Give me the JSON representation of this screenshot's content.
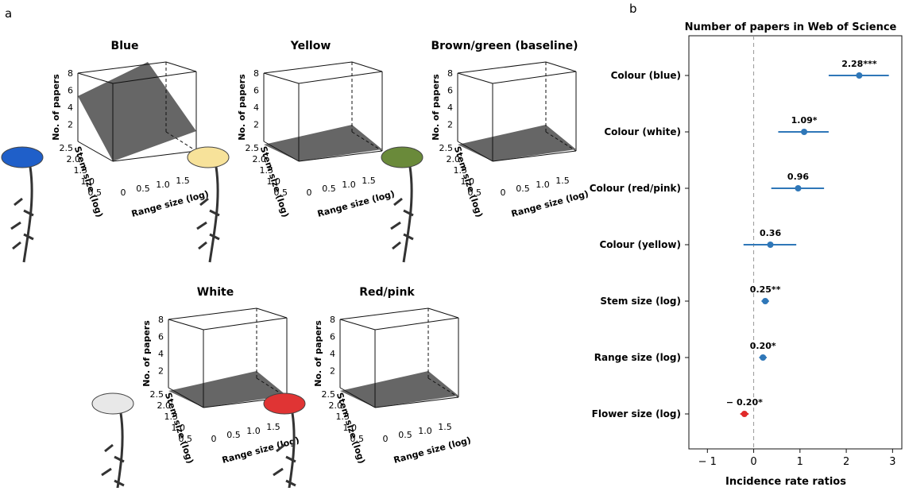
{
  "panel_a_letter": "a",
  "panel_b_letter": "b",
  "colors": {
    "blue_flower": "#1f5fc9",
    "yellow_flower": "#f7e29a",
    "white_flower": "#e8e8e8",
    "red_flower": "#e03434",
    "brown_green_flower": "#6a8a3a",
    "surface": "#666666",
    "forest_blue": "#2f77b8",
    "forest_red": "#e02a2a"
  },
  "chart_data": [
    {
      "type": "3d-surface",
      "title": "Blue",
      "zlabel": "No. of papers",
      "xlabel": "Range size (log)",
      "ylabel": "Stem size (log)",
      "z_ticks": [
        "2",
        "4",
        "6",
        "8"
      ],
      "x_ticks": [
        "0",
        "0.5",
        "1.0",
        "1.5"
      ],
      "y_ticks": [
        "0.5",
        "1.0",
        "1.5",
        "2.0",
        "2.5"
      ],
      "zlim": [
        0,
        8
      ],
      "surface": "tilted"
    },
    {
      "type": "3d-surface",
      "title": "Yellow",
      "zlabel": "No. of papers",
      "xlabel": "Range size (log)",
      "ylabel": "Stem size (log)",
      "z_ticks": [
        "2",
        "4",
        "6",
        "8"
      ],
      "x_ticks": [
        "0",
        "0.5",
        "1.0",
        "1.5"
      ],
      "y_ticks": [
        "0.5",
        "1.0",
        "1.5",
        "2.0",
        "2.5"
      ],
      "zlim": [
        0,
        8
      ],
      "surface": "flat"
    },
    {
      "type": "3d-surface",
      "title": "Brown/green (baseline)",
      "zlabel": "No. of papers",
      "xlabel": "Range size (log)",
      "ylabel": "Stem size (log)",
      "z_ticks": [
        "2",
        "4",
        "6",
        "8"
      ],
      "x_ticks": [
        "0",
        "0.5",
        "1.0",
        "1.5"
      ],
      "y_ticks": [
        "0.5",
        "1.0",
        "1.5",
        "2.0",
        "2.5"
      ],
      "zlim": [
        0,
        8
      ],
      "surface": "flat"
    },
    {
      "type": "3d-surface",
      "title": "White",
      "zlabel": "No. of papers",
      "xlabel": "Range size (log)",
      "ylabel": "Stem size (log)",
      "z_ticks": [
        "2",
        "4",
        "6",
        "8"
      ],
      "x_ticks": [
        "0",
        "0.5",
        "1.0",
        "1.5"
      ],
      "y_ticks": [
        "0.5",
        "1.0",
        "1.5",
        "2.0",
        "2.5"
      ],
      "zlim": [
        0,
        8
      ],
      "surface": "flat"
    },
    {
      "type": "3d-surface",
      "title": "Red/pink",
      "zlabel": "No. of papers",
      "xlabel": "Range size (log)",
      "ylabel": "Stem size (log)",
      "z_ticks": [
        "2",
        "4",
        "6",
        "8"
      ],
      "x_ticks": [
        "0",
        "0.5",
        "1.0",
        "1.5"
      ],
      "y_ticks": [
        "0.5",
        "1.0",
        "1.5",
        "2.0",
        "2.5"
      ],
      "zlim": [
        0,
        8
      ],
      "surface": "flat"
    },
    {
      "type": "forest",
      "title": "Number of papers in Web of Science",
      "xlabel": "Incidence rate ratios",
      "xlim": [
        -1.4,
        3.2
      ],
      "x_ticks": [
        -1,
        0,
        1,
        2,
        3
      ],
      "x_tick_labels": [
        "− 1",
        "0",
        "1",
        "2",
        "3"
      ],
      "reference_line": 0,
      "rows": [
        {
          "label": "Colour (blue)",
          "estimate": 2.28,
          "ci": [
            1.62,
            2.92
          ],
          "text": "2.28***",
          "color": "#2f77b8"
        },
        {
          "label": "Colour (white)",
          "estimate": 1.09,
          "ci": [
            0.53,
            1.62
          ],
          "text": "1.09*",
          "color": "#2f77b8"
        },
        {
          "label": "Colour (red/pink)",
          "estimate": 0.96,
          "ci": [
            0.38,
            1.52
          ],
          "text": "0.96",
          "color": "#2f77b8"
        },
        {
          "label": "Colour (yellow)",
          "estimate": 0.36,
          "ci": [
            -0.22,
            0.92
          ],
          "text": "0.36",
          "color": "#2f77b8"
        },
        {
          "label": "Stem size (log)",
          "estimate": 0.25,
          "ci": [
            0.17,
            0.33
          ],
          "text": "0.25**",
          "color": "#2f77b8"
        },
        {
          "label": "Range size (log)",
          "estimate": 0.2,
          "ci": [
            0.12,
            0.28
          ],
          "text": "0.20*",
          "color": "#2f77b8"
        },
        {
          "label": "Flower size (log)",
          "estimate": -0.2,
          "ci": [
            -0.29,
            -0.11
          ],
          "text": "− 0.20*",
          "color": "#e02a2a"
        }
      ]
    }
  ]
}
